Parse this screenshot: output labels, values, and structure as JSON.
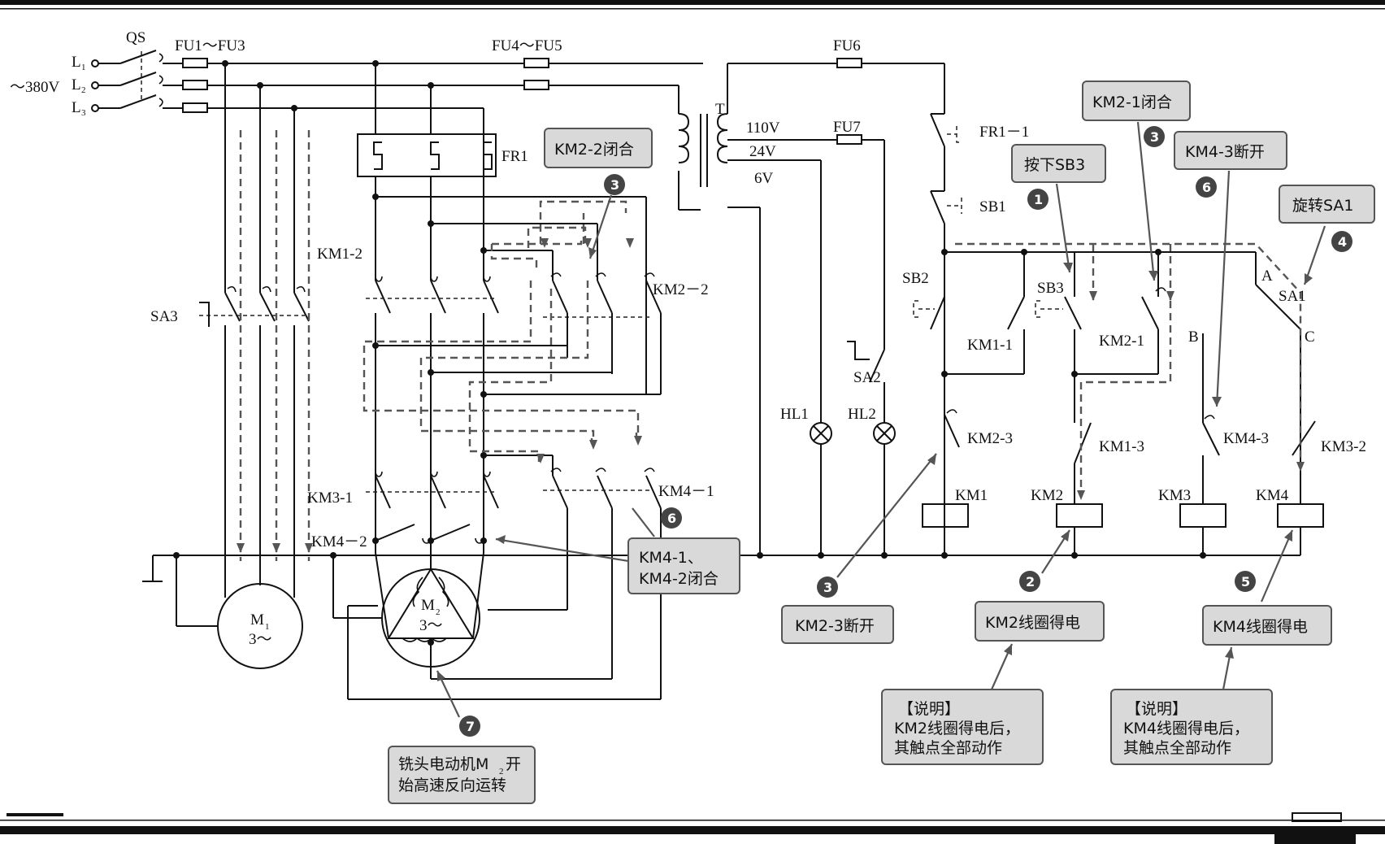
{
  "labels": {
    "qs": "QS",
    "fu1_fu3": "FU1～FU3",
    "fu4_fu5": "FU4～FU5",
    "fu6": "FU6",
    "fu7": "FU7",
    "voltage": "～380V",
    "l1": "L",
    "l1_sub": "1",
    "l2": "L",
    "l2_sub": "2",
    "l3": "L",
    "l3_sub": "3",
    "t": "T",
    "v110": "110V",
    "v24": "24V",
    "v6": "6V",
    "fr1": "FR1",
    "fr1_1": "FR1－1",
    "sb1": "SB1",
    "sb2": "SB2",
    "sb3": "SB3",
    "km1_1": "KM1-1",
    "km1_2": "KM1-2",
    "km1_3": "KM1-3",
    "km2_1": "KM2-1",
    "km2_2": "KM2－2",
    "km2_3": "KM2-3",
    "km3_1": "KM3-1",
    "km3_2": "KM3-2",
    "km4_1": "KM4－1",
    "km4_2": "KM4－2",
    "km4_3": "KM4-3",
    "sa1": "SA1",
    "sa2": "SA2",
    "sa3": "SA3",
    "sa1_a": "A",
    "sa1_b": "B",
    "sa1_c": "C",
    "hl1": "HL1",
    "hl2": "HL2",
    "km1": "KM1",
    "km2": "KM2",
    "km3": "KM3",
    "km4": "KM4",
    "m1": "M",
    "m1_sub": "1",
    "m1_phase": "3～",
    "m2": "M",
    "m2_sub": "2",
    "m2_phase": "3～"
  },
  "callouts": {
    "km2_2_close": "KM2-2闭合",
    "km2_1_close": "KM2-1闭合",
    "press_sb3": "按下SB3",
    "km4_3_open": "KM4-3断开",
    "rotate_sa1": "旋转SA1",
    "km4_1_2_close_l1": "KM4-1、",
    "km4_1_2_close_l2": "KM4-2闭合",
    "km2_3_open": "KM2-3断开",
    "km2_coil": "KM2线圈得电",
    "km4_coil": "KM4线圈得电",
    "note1_title": "【说明】",
    "note1_l1": "KM2线圈得电后，",
    "note1_l2": "其触点全部动作",
    "note2_title": "【说明】",
    "note2_l1": "KM4线圈得电后，",
    "note2_l2": "其触点全部动作",
    "motor_l1": "铣头电动机M",
    "motor_sub": "2",
    "motor_l1_end": "开",
    "motor_l2": "始高速反向运转"
  },
  "steps": {
    "s1": "1",
    "s2": "2",
    "s3a": "3",
    "s3b": "3",
    "s3c": "3",
    "s4": "4",
    "s5": "5",
    "s6a": "6",
    "s6b": "6",
    "s7": "7"
  }
}
